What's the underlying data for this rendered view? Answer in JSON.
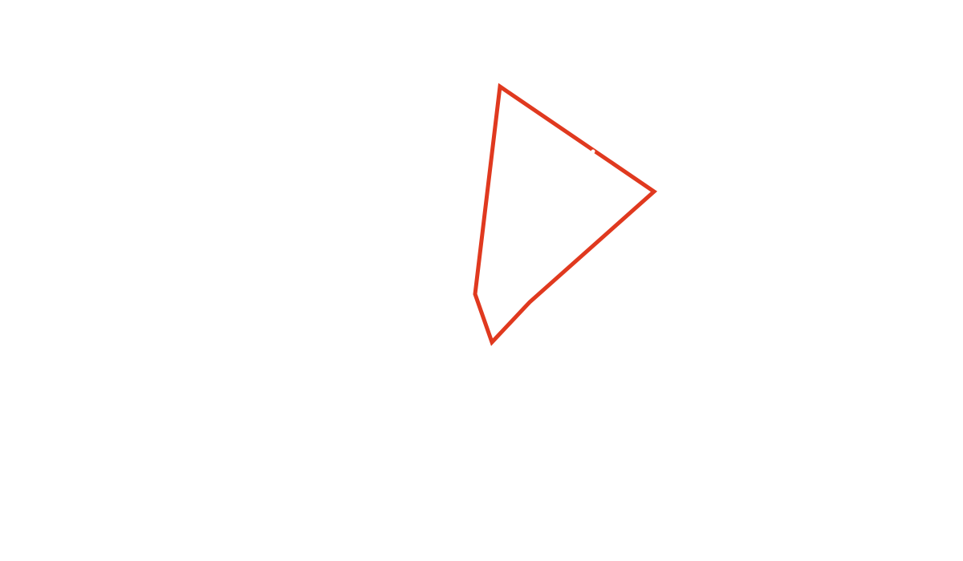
{
  "canvas": {
    "background_color": "#ffffff"
  },
  "shape": {
    "kind": "polygon-outline",
    "stroke_color": "#e0391f",
    "fill": "none",
    "vertex_count": 5
  },
  "cursor": {
    "kind": "pointer-dot",
    "color": "#ffffff"
  }
}
